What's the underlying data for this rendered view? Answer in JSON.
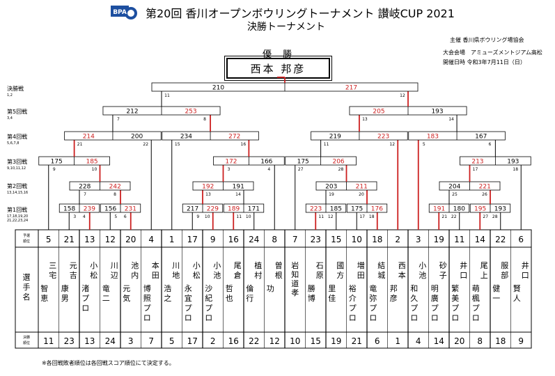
{
  "header": {
    "logo_text": "BPA",
    "title": "第20回 香川オープンボウリングトーナメント 讃岐CUP 2021",
    "subtitle": "決勝トーナメント",
    "organizer": "主催 香川県ボウリング場協会",
    "venue": "大会会場　アミューズメントジアム高松",
    "date": "開催日時 令和3年7月11日（日）"
  },
  "champion": {
    "label": "優 勝",
    "name": "西本 邦彦"
  },
  "rounds": {
    "final": {
      "label": "決勝戦",
      "sub": "1,2"
    },
    "r5": {
      "label": "第5回戦",
      "sub": "3,4"
    },
    "r4": {
      "label": "第4回戦",
      "sub": "5,6,7,8"
    },
    "r3": {
      "label": "第3回戦",
      "sub": "9,10,11,12"
    },
    "r2": {
      "label": "第2回戦",
      "sub": "13,14,15,16"
    },
    "r1": {
      "label": "第1回戦",
      "sub": "17,18,19,20 21,22,23,24"
    }
  },
  "table": {
    "seed_header": "予選順位",
    "player_header": "選手名",
    "final_rank_header": "決勝順位"
  },
  "players": [
    {
      "seed": "5",
      "name": "三宅 智恵",
      "rank": "11"
    },
    {
      "seed": "21",
      "name": "元吉 康男",
      "rank": "23"
    },
    {
      "seed": "13",
      "name": "小松 渚プロ",
      "rank": "13"
    },
    {
      "seed": "12",
      "name": "川辺 竜二",
      "rank": "24"
    },
    {
      "seed": "20",
      "name": "池内 元気",
      "rank": "3"
    },
    {
      "seed": "4",
      "name": "本田 博照プロ",
      "rank": "7"
    },
    {
      "seed": "1",
      "name": "川地 浩之",
      "rank": "5"
    },
    {
      "seed": "17",
      "name": "小松 永宜プロ",
      "rank": "17"
    },
    {
      "seed": "9",
      "name": "小池 沙紀プロ",
      "rank": "2"
    },
    {
      "seed": "16",
      "name": "尾倉 哲也",
      "rank": "16"
    },
    {
      "seed": "24",
      "name": "植村 倫行",
      "rank": "22"
    },
    {
      "seed": "8",
      "name": "曽根 功",
      "rank": "12"
    },
    {
      "seed": "7",
      "name": "岩知道 孝",
      "rank": "10"
    },
    {
      "seed": "23",
      "name": "石原 勝博",
      "rank": "15"
    },
    {
      "seed": "15",
      "name": "國方 里佳",
      "rank": "19"
    },
    {
      "seed": "10",
      "name": "増田 裕介プロ",
      "rank": "21"
    },
    {
      "seed": "18",
      "name": "結城 竜弥プロ",
      "rank": "6"
    },
    {
      "seed": "2",
      "name": "西本 邦彦",
      "rank": "1"
    },
    {
      "seed": "3",
      "name": "小池 和久プロ",
      "rank": "4"
    },
    {
      "seed": "19",
      "name": "砂子 明廣プロ",
      "rank": "14"
    },
    {
      "seed": "11",
      "name": "井口 繁美プロ",
      "rank": "20"
    },
    {
      "seed": "14",
      "name": "尾上 萌楓プロ",
      "rank": "8"
    },
    {
      "seed": "22",
      "name": "服部 健一",
      "rank": "18"
    },
    {
      "seed": "6",
      "name": "井口 賢人",
      "rank": "9"
    }
  ],
  "scores": {
    "r1": [
      {
        "l": "158",
        "r": "239",
        "w": "R",
        "ln": "3",
        "rn": "4"
      },
      {
        "l": "156",
        "r": "231",
        "w": "R",
        "ln": "5",
        "rn": "6"
      },
      {
        "l": "217",
        "r": "229",
        "w": "R",
        "ln": "9",
        "rn": "10"
      },
      {
        "l": "189",
        "r": "171",
        "w": "L",
        "ln": "11",
        "rn": "10"
      },
      {
        "l": "223",
        "r": "185",
        "w": "L",
        "ln": "11",
        "rn": "12"
      },
      {
        "l": "175",
        "r": "176",
        "w": "R",
        "ln": "17",
        "rn": "18"
      },
      {
        "l": "191",
        "r": "180",
        "w": "L",
        "ln": "21",
        "rn": "22"
      },
      {
        "l": "195",
        "r": "193",
        "w": "L",
        "ln": "27",
        "rn": "28"
      }
    ],
    "r2": [
      {
        "l": "228",
        "r": "242",
        "w": "R",
        "ln": "7",
        "rn": "8"
      },
      {
        "l": "192",
        "r": "191",
        "w": "L",
        "ln": "13",
        "rn": "14"
      },
      {
        "l": "203",
        "r": "211",
        "w": "R",
        "ln": "19",
        "rn": "20"
      },
      {
        "l": "204",
        "r": "221",
        "w": "R",
        "ln": "25",
        "rn": "26"
      }
    ],
    "r3": [
      {
        "l": "175",
        "r": "185",
        "w": "R",
        "ln": "9",
        "rn": "10"
      },
      {
        "l": "172",
        "r": "166",
        "w": "L",
        "ln": "3",
        "rn": "4"
      },
      {
        "l": "175",
        "r": "206",
        "w": "R",
        "ln": "27",
        "rn": "28"
      },
      {
        "l": "213",
        "r": "193",
        "w": "L",
        "ln": "17",
        "rn": "18"
      }
    ],
    "r4": [
      {
        "l": "214",
        "r": "200",
        "w": "L",
        "ln": "21",
        "rn": "22"
      },
      {
        "l": "234",
        "r": "272",
        "w": "R",
        "ln": "15",
        "rn": "16"
      },
      {
        "l": "219",
        "r": "223",
        "w": "R",
        "ln": "11",
        "rn": "12"
      },
      {
        "l": "183",
        "r": "167",
        "w": "L",
        "ln": "5",
        "rn": "6"
      }
    ],
    "r5": [
      {
        "l": "212",
        "r": "253",
        "w": "R",
        "ln": "7",
        "rn": "8"
      },
      {
        "l": "205",
        "r": "193",
        "w": "L",
        "ln": "13",
        "rn": "14"
      }
    ],
    "final": [
      {
        "l": "210",
        "r": "217",
        "w": "R",
        "ln": "11",
        "rn": "12"
      }
    ]
  },
  "footnote": "※各回戦敗者順位は各回戦スコア順位にて決定する。",
  "colors": {
    "win": "#cc1f1f",
    "line": "#000000"
  }
}
